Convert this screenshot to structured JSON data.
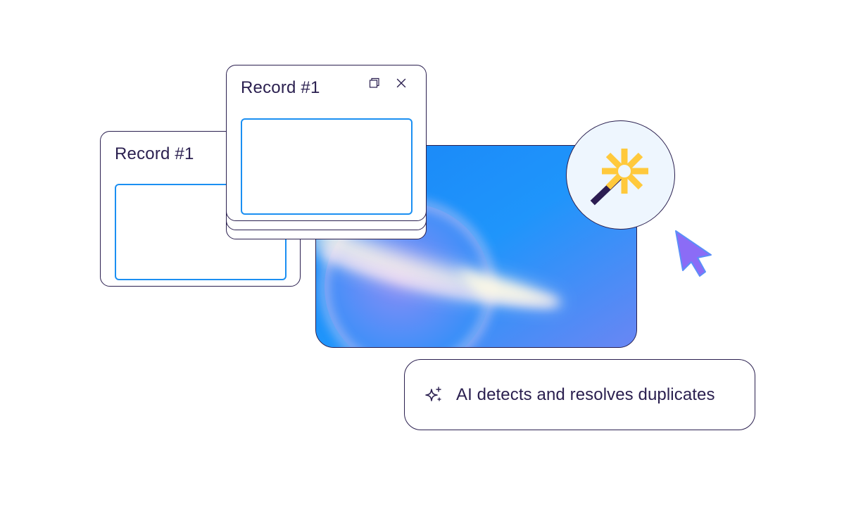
{
  "records": {
    "back": {
      "title": "Record #1"
    },
    "front": {
      "title": "Record #1"
    }
  },
  "window_controls": {
    "restore_icon": "restore-icon",
    "close_icon": "close-icon"
  },
  "ai_feature": {
    "icon": "sparkle-icon",
    "label": "AI detects and resolves duplicates"
  },
  "decor": {
    "wand_icon": "magic-wand-icon",
    "cursor_icon": "pointer-cursor-icon"
  },
  "colors": {
    "ink": "#2a1f4f",
    "field_border": "#1b8ff2",
    "panel_blue": "#1e8ff8",
    "wand_star": "#ffc93c",
    "cursor": "#8b6cf6"
  }
}
